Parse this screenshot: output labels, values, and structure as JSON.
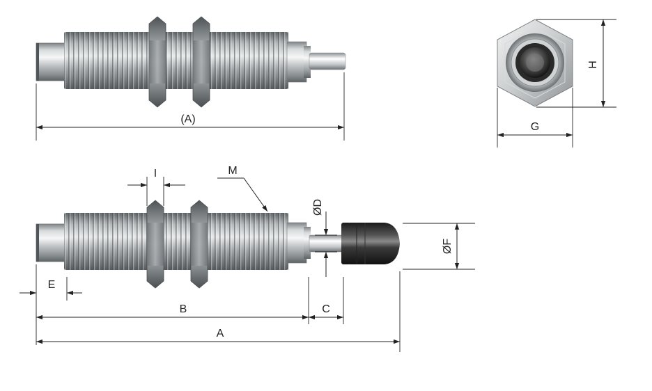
{
  "labels": {
    "overall_length_ref": "(A)",
    "hex_height": "H",
    "hex_width": "G",
    "nut_thickness": "I",
    "thread": "M",
    "rod_diameter": "ØD",
    "cap_diameter": "ØF",
    "end_length": "E",
    "body_length": "B",
    "stroke": "C",
    "overall_length": "A"
  }
}
